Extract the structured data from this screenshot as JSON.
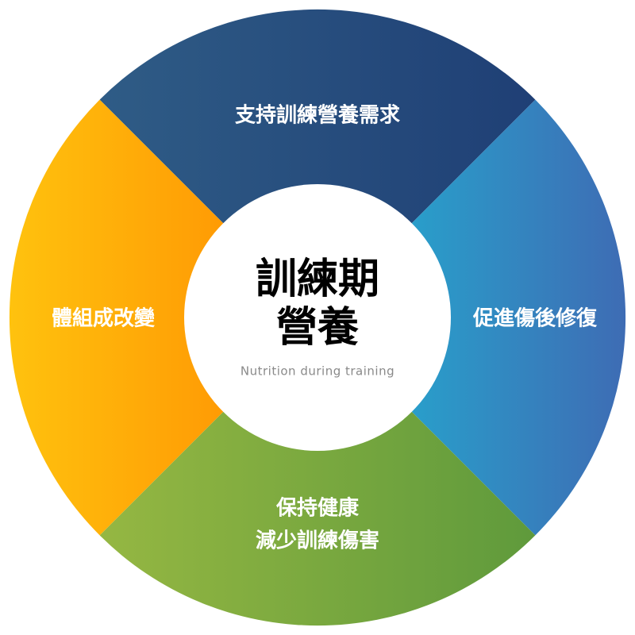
{
  "center": {
    "title_line1": "訓練期",
    "title_line2": "營養",
    "subtitle": "Nutrition during training",
    "color": "#ffffff"
  },
  "segments": {
    "top": {
      "label": "支持訓練營養需求",
      "gradient": [
        "#2f5c86",
        "#1f3f75"
      ]
    },
    "right": {
      "label": "促進傷後修復",
      "gradient": [
        "#20b4d4",
        "#3e6cb4"
      ]
    },
    "bottom": {
      "label_line1": "保持健康",
      "label_line2": "減少訓練傷害",
      "gradient": [
        "#95b742",
        "#5f9a3c"
      ]
    },
    "left": {
      "label": "體組成改變",
      "gradient": [
        "#ffc20e",
        "#ff8a00"
      ]
    }
  }
}
